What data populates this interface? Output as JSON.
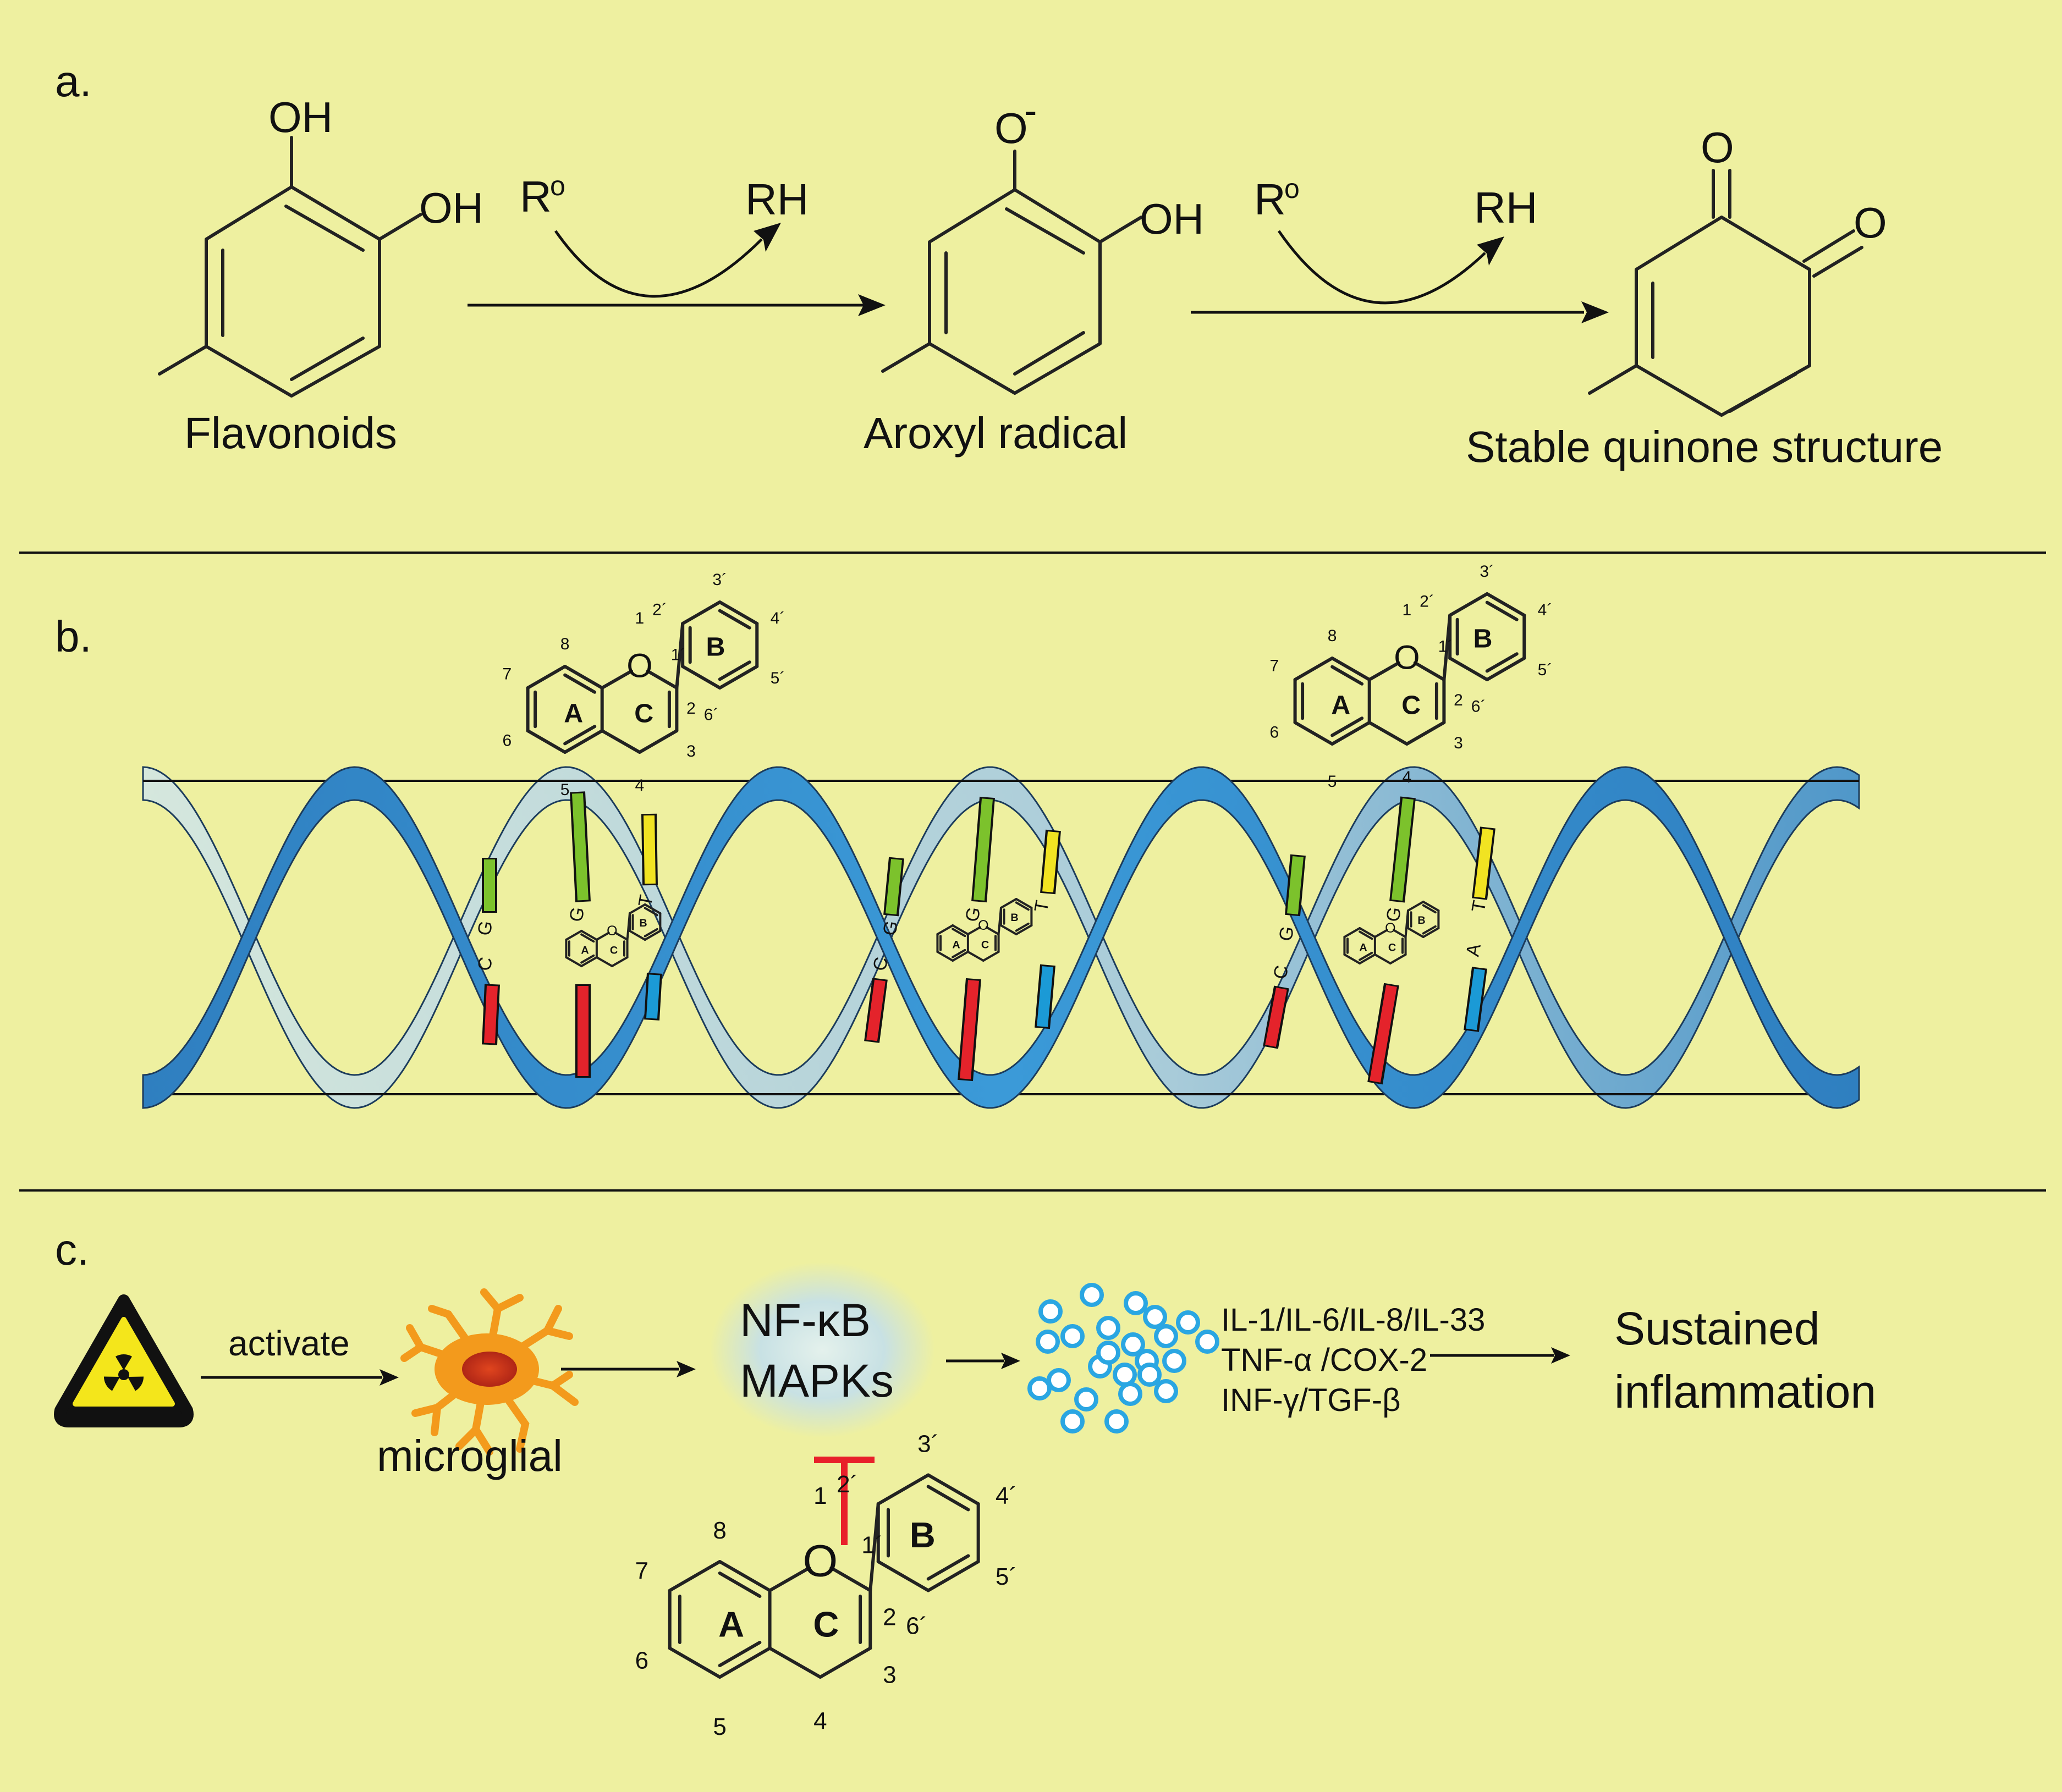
{
  "colors": {
    "background": "#eef0a0",
    "divider": "#111111",
    "strand_dark": "#2e86c8",
    "strand_light": "#c9e0d8",
    "base_green": "#7cc22c",
    "base_yellow": "#f1e322",
    "base_red": "#e4232b",
    "base_blue": "#1b9ad6",
    "inhibit_red": "#e8202a",
    "cytokine": "#2aa6e2",
    "microglia": "#f39a1c",
    "radiation": "#f4e61b"
  },
  "panel_a": {
    "label": "a.",
    "flavonoids": {
      "oh_top": "OH",
      "oh_right": "OH",
      "caption": "Flavonoids"
    },
    "step1": {
      "radical": "R",
      "radical_sup": "o",
      "product": "RH"
    },
    "aroxyl": {
      "o_minus": "O",
      "charge": "-",
      "oh": "OH",
      "caption": "Aroxyl radical"
    },
    "step2": {
      "radical": "R",
      "radical_sup": "o",
      "product": "RH"
    },
    "quinone": {
      "o_top": "O",
      "o_right": "O",
      "caption": "Stable quinone structure"
    }
  },
  "panel_b": {
    "label": "b.",
    "bases": [
      "C",
      "G",
      "G",
      "T",
      "A"
    ]
  },
  "flavone": {
    "positions": [
      "1",
      "2",
      "3",
      "4",
      "5",
      "6",
      "7",
      "8",
      "1´",
      "2´",
      "3´",
      "4´",
      "5´",
      "6´"
    ],
    "ring_labels": [
      "A",
      "C",
      "B"
    ],
    "oxygen": "O"
  },
  "panel_c": {
    "label": "c.",
    "activate": "activate",
    "microglial": "microglial",
    "nfkb": "NF-κB",
    "mapks": "MAPKs",
    "cytokines": [
      "IL-1/IL-6/IL-8/IL-33",
      "TNF-α /COX-2",
      "INF-γ/TGF-β"
    ],
    "outcome_line1": "Sustained",
    "outcome_line2": "inflammation",
    "radiation_icon": "radiation-hazard-icon"
  }
}
